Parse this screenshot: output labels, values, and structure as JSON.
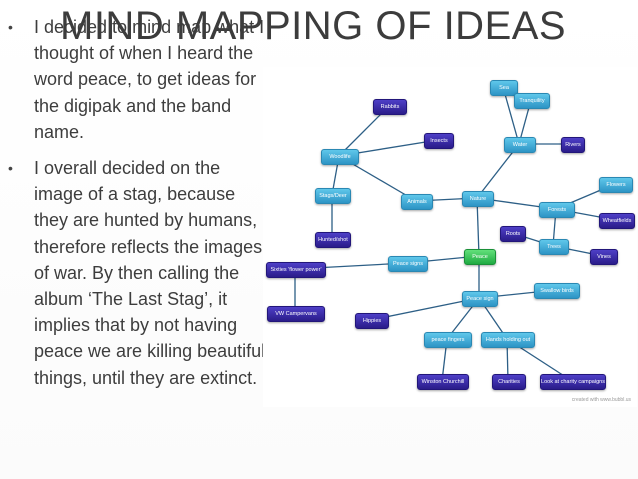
{
  "slide": {
    "title": "MIND MAPPING OF IDEAS",
    "bullets": [
      "I decided to mind map what I thought of when I heard the word peace, to get ideas for the digipak and the band name.",
      "I overall decided on the image of a stag, because they are hunted by humans, therefore reflects the images of war. By then calling the album ‘The Last Stag’, it implies that by not having peace we are killing beautiful things, until they are extinct."
    ],
    "bullet_symbol": "•"
  },
  "mindmap": {
    "line_color": "#2d5f86",
    "colors": {
      "light": "#3aaee0",
      "dark": "#2e1f9c",
      "green": "#2bc454"
    },
    "nodes": [
      {
        "id": "sea",
        "label": "Sea",
        "style": "light"
      },
      {
        "id": "tranquility",
        "label": "Tranquility",
        "style": "light"
      },
      {
        "id": "rabbits",
        "label": "Rabbits",
        "style": "dark"
      },
      {
        "id": "water",
        "label": "Water",
        "style": "light"
      },
      {
        "id": "rivers",
        "label": "Rivers",
        "style": "dark"
      },
      {
        "id": "insects",
        "label": "Insects",
        "style": "dark"
      },
      {
        "id": "woodlife",
        "label": "Woodlife",
        "style": "light"
      },
      {
        "id": "flowers",
        "label": "Flowers",
        "style": "light"
      },
      {
        "id": "nature",
        "label": "Nature",
        "style": "light"
      },
      {
        "id": "animals",
        "label": "Animals",
        "style": "light"
      },
      {
        "id": "stagsdeer",
        "label": "Stags/Deer",
        "style": "light"
      },
      {
        "id": "forests",
        "label": "Forests",
        "style": "light"
      },
      {
        "id": "wheatfields",
        "label": "Wheatfields",
        "style": "dark"
      },
      {
        "id": "huntedshot",
        "label": "Hunted/shot",
        "style": "dark"
      },
      {
        "id": "roots",
        "label": "Roots",
        "style": "dark"
      },
      {
        "id": "trees",
        "label": "Trees",
        "style": "light"
      },
      {
        "id": "vines",
        "label": "Vines",
        "style": "dark"
      },
      {
        "id": "peace",
        "label": "Peace",
        "style": "green"
      },
      {
        "id": "peacesigns",
        "label": "Peace signs",
        "style": "light"
      },
      {
        "id": "sixties",
        "label": "Sixties 'flower power'",
        "style": "dark"
      },
      {
        "id": "swallowbirds",
        "label": "Swallow birds",
        "style": "light"
      },
      {
        "id": "peacesign",
        "label": "Peace sign",
        "style": "light"
      },
      {
        "id": "vwcampervans",
        "label": "VW Campervans",
        "style": "dark"
      },
      {
        "id": "hippies",
        "label": "Hippies",
        "style": "dark"
      },
      {
        "id": "peacefingers",
        "label": "peace fingers",
        "style": "light"
      },
      {
        "id": "handsholdingout",
        "label": "Hands holding out",
        "style": "light"
      },
      {
        "id": "winstonchurchill",
        "label": "Winston Churchill",
        "style": "dark"
      },
      {
        "id": "charities",
        "label": "Charities",
        "style": "dark"
      },
      {
        "id": "charitycampaigns",
        "label": "Look at charity campaigns",
        "style": "dark"
      }
    ],
    "credit": "created with www.bubbl.us"
  }
}
